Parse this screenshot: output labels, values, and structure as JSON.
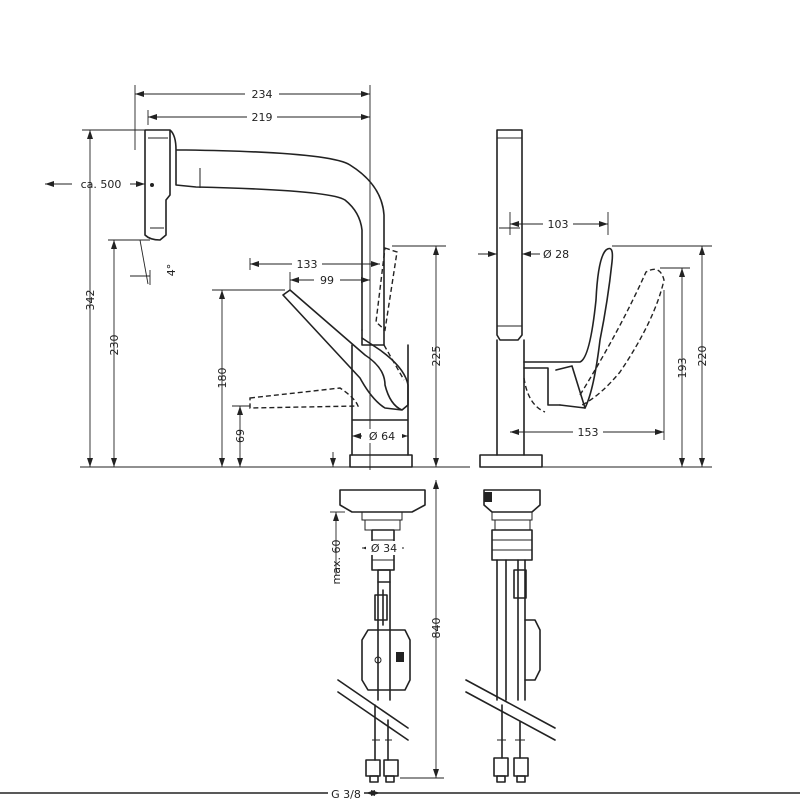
{
  "dimensions": {
    "w234": "234",
    "w219": "219",
    "ca500": "ca. 500",
    "h342": "342",
    "h230": "230",
    "h180": "180",
    "h69": "69",
    "w133": "133",
    "w99": "99",
    "h225": "225",
    "d64": "Ø 64",
    "d34": "Ø 34",
    "max60": "max. 60",
    "h840": "840",
    "g38": "G 3/8",
    "w103": "103",
    "d28": "Ø 28",
    "w153": "153",
    "h193": "193",
    "h220": "220",
    "angle4": "4°"
  }
}
